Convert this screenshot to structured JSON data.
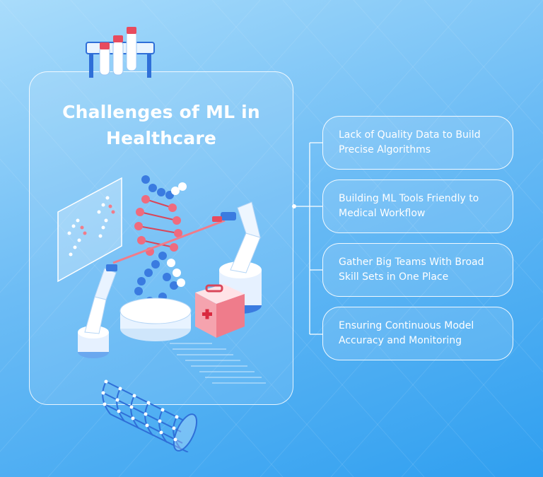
{
  "colors": {
    "background_top": "#a9dcfb",
    "background_bottom": "#2f9ff0",
    "text": "#ffffff",
    "accent_red": "#f07c8a",
    "dna_blue": "#3a7be0"
  },
  "title": {
    "line1": "Challenges of ML in",
    "line2": "Healthcare"
  },
  "items": [
    {
      "text": "Lack of Quality Data to Build\nPrecise Algorithms"
    },
    {
      "text": "Building ML Tools Friendly to\nMedical Workflow"
    },
    {
      "text": "Gather Big Teams With Broad\nSkill Sets in One Place"
    },
    {
      "text": "Ensuring Continuous Model\nAccuracy and Monitoring"
    }
  ],
  "icons": [
    "test-tubes-icon",
    "dna-helix-icon",
    "robot-arm-icon",
    "first-aid-kit-icon",
    "nanotube-icon"
  ]
}
